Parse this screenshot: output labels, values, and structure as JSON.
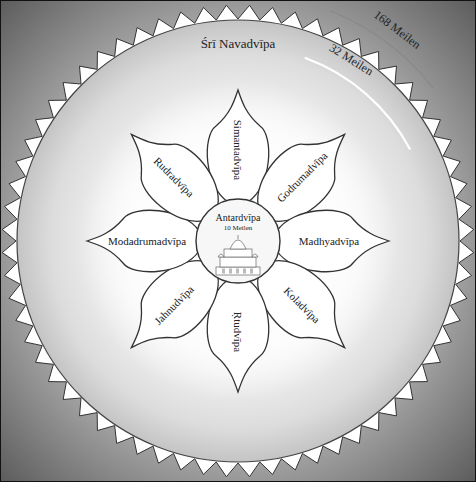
{
  "diagram": {
    "nodes": [
      {
        "text": [
          "Simantadvīpa"
        ]
      },
      {
        "text": [
          "Godrumadvīpa"
        ]
      },
      {
        "text": [
          "Madhyadvīpa"
        ]
      },
      {
        "text": [
          "Koladvīpa"
        ]
      },
      {
        "text": [
          "Ṛtudvīpa"
        ]
      },
      {
        "text": [
          "Jahnudvīpa"
        ]
      },
      {
        "text": [
          "Modadrumadvīpa"
        ]
      },
      {
        "text": [
          "Rudradvīpa"
        ]
      },
      {
        "text": [
          "Antardvīpa",
          "10 Meilen"
        ]
      }
    ],
    "labels": [
      "Śrī Navadvīpa",
      "32 Meilen",
      "168 Meilen"
    ]
  }
}
